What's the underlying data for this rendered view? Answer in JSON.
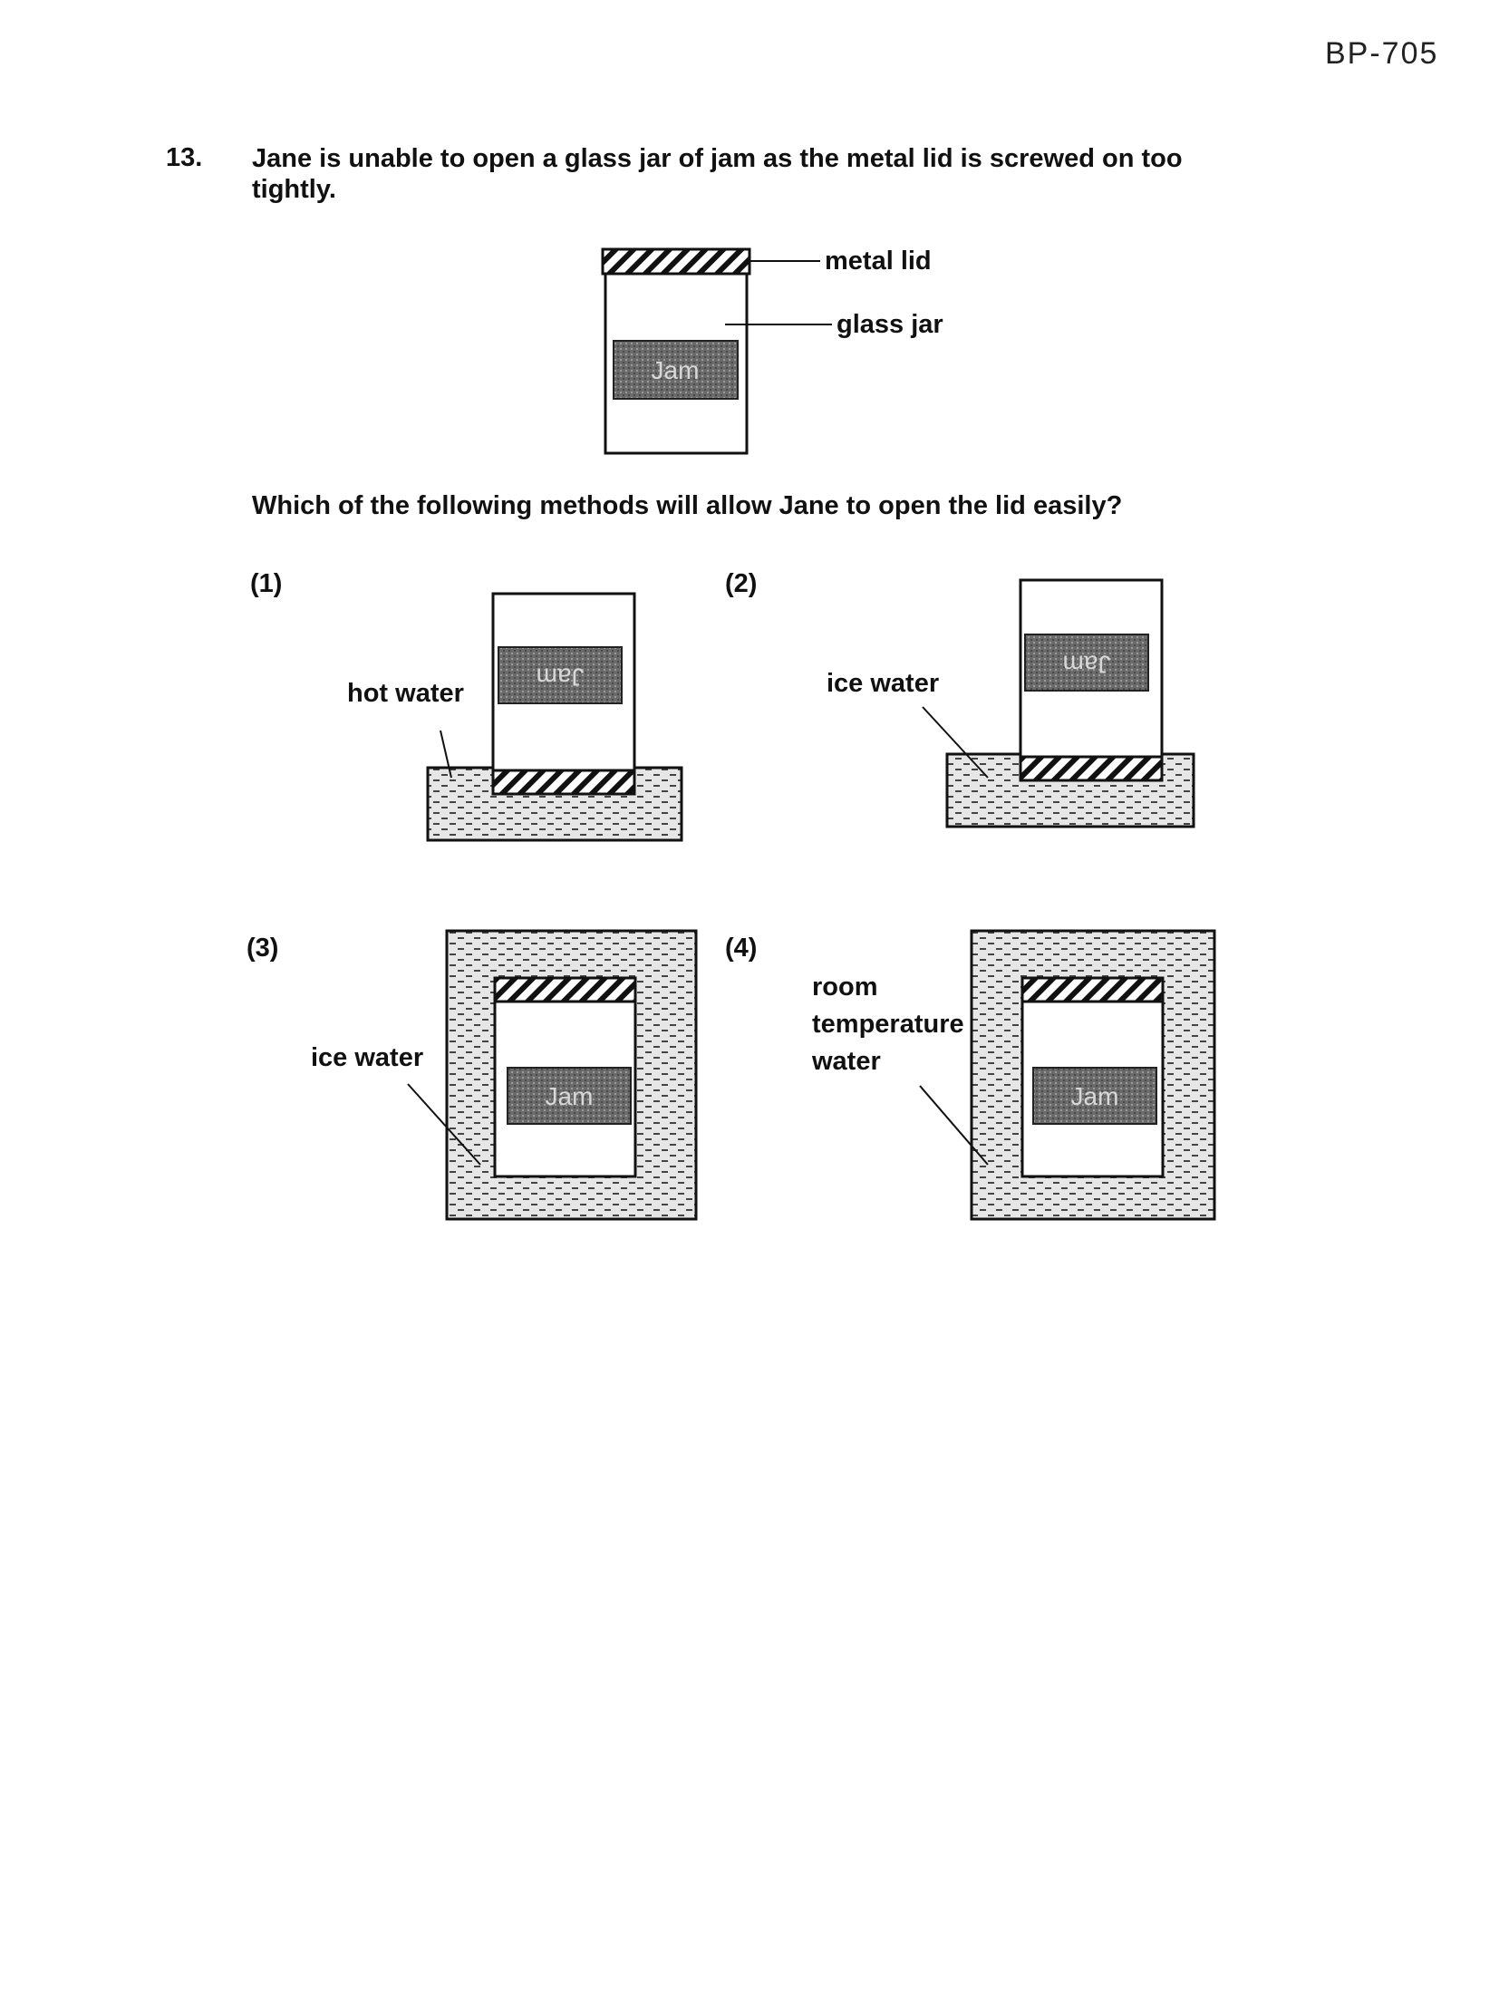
{
  "header": {
    "page_code": "BP-705"
  },
  "question": {
    "number": "13.",
    "text": "Jane is unable to open a glass jar of jam as the metal lid is screwed on too tightly.",
    "prompt": "Which of the following methods will allow Jane to open the lid easily?"
  },
  "main_diagram": {
    "lid_label": "metal lid",
    "jar_label": "glass jar",
    "jam_label": "Jam"
  },
  "options": [
    {
      "number": "(1)",
      "water_label": "hot water",
      "jam_label": "Jam"
    },
    {
      "number": "(2)",
      "water_label": "ice water",
      "jam_label": "Jam"
    },
    {
      "number": "(3)",
      "water_label": "ice water",
      "jam_label": "Jam"
    },
    {
      "number": "(4)",
      "water_label_lines": [
        "room",
        "temperature",
        "water"
      ],
      "jam_label": "Jam"
    }
  ]
}
